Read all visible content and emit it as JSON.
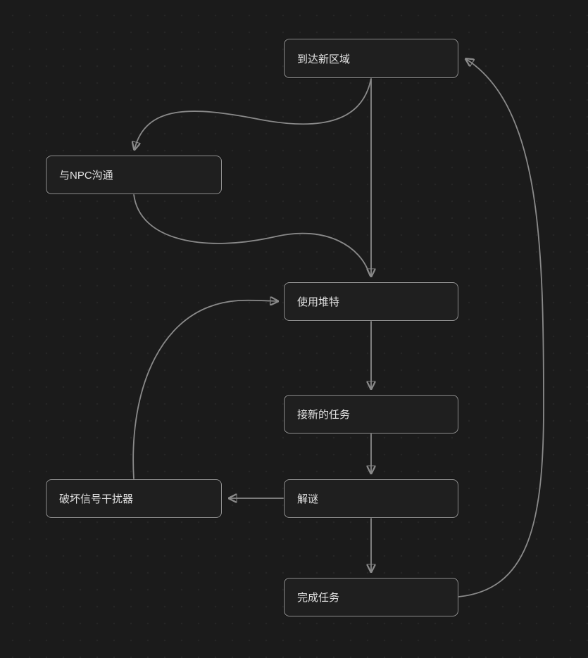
{
  "diagram": {
    "type": "flowchart",
    "background_color": "#1b1b1b",
    "node_fill": "#1f1f1f",
    "node_border_color": "#949494",
    "edge_color": "#8a8a8a",
    "text_color": "#e2e2e2",
    "nodes": [
      {
        "id": "arrive",
        "label": "到达新区域"
      },
      {
        "id": "npc",
        "label": "与NPC沟通"
      },
      {
        "id": "use",
        "label": "使用堆特"
      },
      {
        "id": "task",
        "label": "接新的任务"
      },
      {
        "id": "puzzle",
        "label": "解谜"
      },
      {
        "id": "jammer",
        "label": "破坏信号干扰器"
      },
      {
        "id": "complete",
        "label": "完成任务"
      }
    ],
    "edges": [
      {
        "from": "arrive",
        "to": "npc"
      },
      {
        "from": "arrive",
        "to": "use"
      },
      {
        "from": "npc",
        "to": "use"
      },
      {
        "from": "use",
        "to": "task"
      },
      {
        "from": "task",
        "to": "puzzle"
      },
      {
        "from": "puzzle",
        "to": "jammer"
      },
      {
        "from": "jammer",
        "to": "use"
      },
      {
        "from": "puzzle",
        "to": "complete"
      },
      {
        "from": "complete",
        "to": "arrive"
      }
    ]
  }
}
